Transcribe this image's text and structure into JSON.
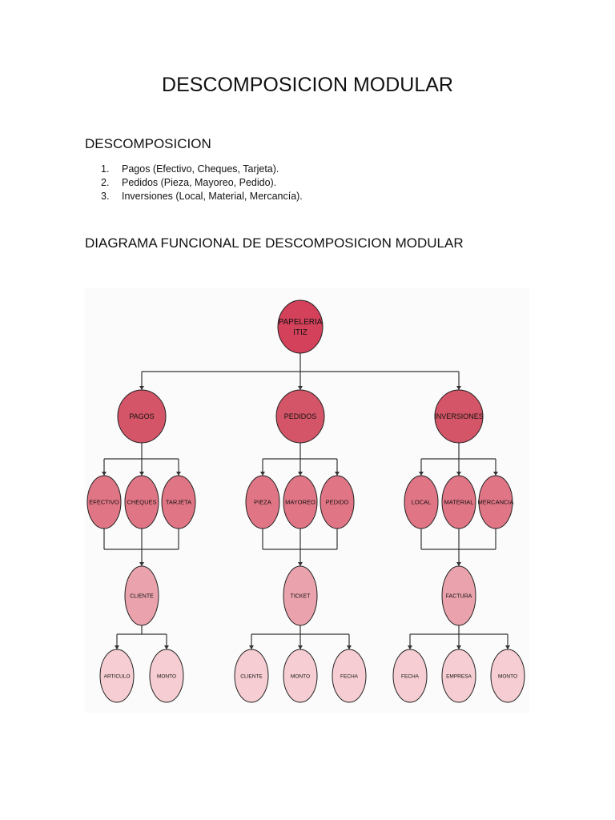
{
  "title": "DESCOMPOSICION MODULAR",
  "section1": {
    "heading": "DESCOMPOSICION",
    "items": [
      {
        "num": "1.",
        "text": "Pagos (Efectivo, Cheques, Tarjeta)."
      },
      {
        "num": "2.",
        "text": "Pedidos (Pieza, Mayoreo, Pedido)."
      },
      {
        "num": "3.",
        "text": "Inversiones (Local, Material, Mercancía)."
      }
    ]
  },
  "section2": {
    "heading": "DIAGRAMA FUNCIONAL DE DESCOMPOSICION MODULAR"
  },
  "diagram": {
    "root": {
      "lines": [
        "PAPELERIA",
        "ITIZ"
      ],
      "color": "#d4415a"
    },
    "branches": [
      {
        "label": "PAGOS",
        "children": [
          "EFECTIVO",
          "CHEQUES",
          "TARJETA"
        ],
        "sub": "CLIENTE",
        "leaves": [
          "ARTICULO",
          "MONTO"
        ]
      },
      {
        "label": "PEDIDOS",
        "children": [
          "PIEZA",
          "MAYOREO",
          "PEDIDO"
        ],
        "sub": "TICKET",
        "leaves": [
          "CLIENTE",
          "MONTO",
          "FECHA"
        ]
      },
      {
        "label": "INVERSIONES",
        "children": [
          "LOCAL",
          "MATERIAL",
          "MERCANCIA"
        ],
        "sub": "FACTURA",
        "leaves": [
          "FECHA",
          "EMPRESA",
          "MONTO"
        ]
      }
    ],
    "colors": {
      "level1": "#d45567",
      "level2": "#e07585",
      "level3": "#eaa3ad",
      "level4": "#f5cdd2",
      "stroke": "#222222",
      "line": "#333333"
    }
  }
}
